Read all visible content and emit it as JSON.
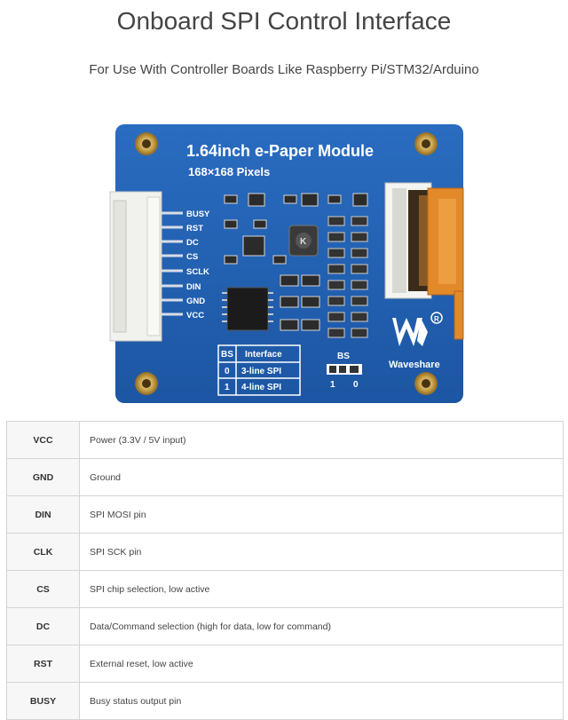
{
  "header": {
    "title": "Onboard SPI Control Interface",
    "subtitle": "For Use With Controller Boards Like Raspberry Pi/STM32/Arduino"
  },
  "board": {
    "title": "1.64inch e-Paper Module",
    "pixels": "168×168 Pixels",
    "pins": [
      "BUSY",
      "RST",
      "DC",
      "CS",
      "SCLK",
      "DIN",
      "GND",
      "VCC"
    ],
    "bs_table": {
      "headers": [
        "BS",
        "Interface"
      ],
      "rows": [
        [
          "0",
          "3-line SPI"
        ],
        [
          "1",
          "4-line SPI"
        ]
      ]
    },
    "bs_switch": {
      "label": "BS",
      "left": "1",
      "right": "0"
    },
    "brand": "Waveshare",
    "colors": {
      "pcb": "#1f5fae",
      "gold": "#c9a24a",
      "connector": "#f1f1ee"
    }
  },
  "pin_table": [
    {
      "pin": "VCC",
      "desc": "Power (3.3V / 5V input)"
    },
    {
      "pin": "GND",
      "desc": "Ground"
    },
    {
      "pin": "DIN",
      "desc": "SPI MOSI pin"
    },
    {
      "pin": "CLK",
      "desc": "SPI SCK pin"
    },
    {
      "pin": "CS",
      "desc": "SPI chip selection, low active"
    },
    {
      "pin": "DC",
      "desc": "Data/Command selection (high for data, low for command)"
    },
    {
      "pin": "RST",
      "desc": "External reset, low active"
    },
    {
      "pin": "BUSY",
      "desc": "Busy status output pin"
    }
  ]
}
